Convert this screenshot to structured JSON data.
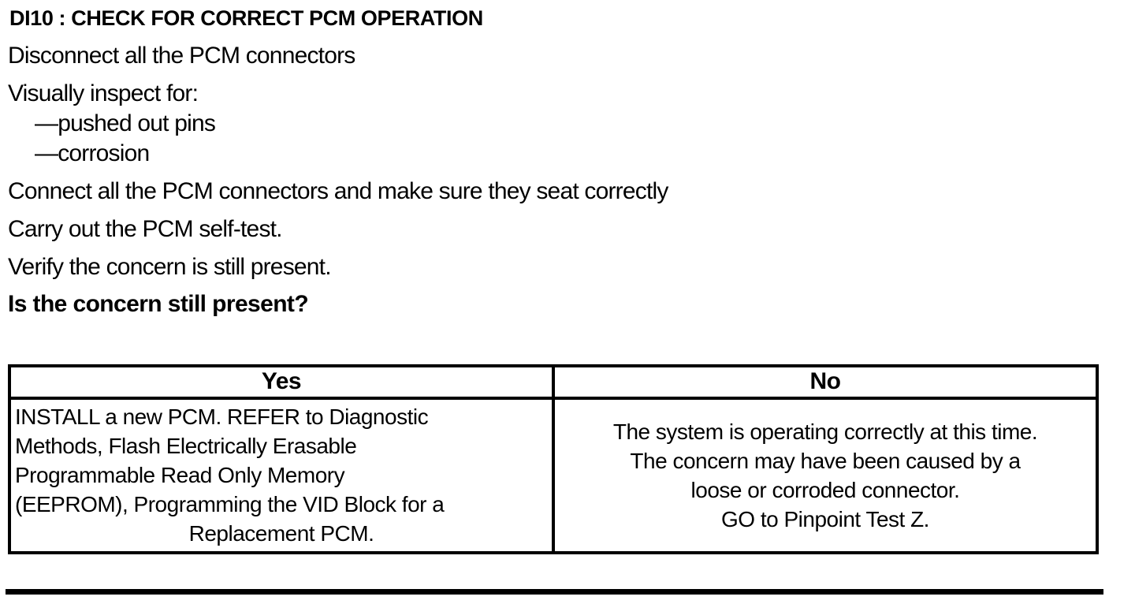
{
  "doc": {
    "title": "DI10 : CHECK FOR CORRECT PCM OPERATION",
    "steps": [
      "Disconnect all the PCM connectors",
      "Visually inspect for:",
      "—pushed out pins",
      "—corrosion",
      "Connect all the PCM connectors and make sure they seat correctly",
      "Carry out the PCM self-test.",
      "Verify the concern is still present."
    ],
    "question": "Is the concern still present?"
  },
  "results_table": {
    "yes": {
      "header": "Yes",
      "lines": [
        "INSTALL a new PCM. REFER to Diagnostic",
        "Methods, Flash Electrically Erasable",
        "Programmable Read Only Memory",
        "(EEPROM), Programming the VID Block for a",
        "Replacement PCM."
      ]
    },
    "no": {
      "header": "No",
      "lines": [
        "The system is operating correctly at this time.",
        "The concern may have been caused by a",
        "loose or corroded connector.",
        "GO to Pinpoint Test Z."
      ]
    }
  }
}
